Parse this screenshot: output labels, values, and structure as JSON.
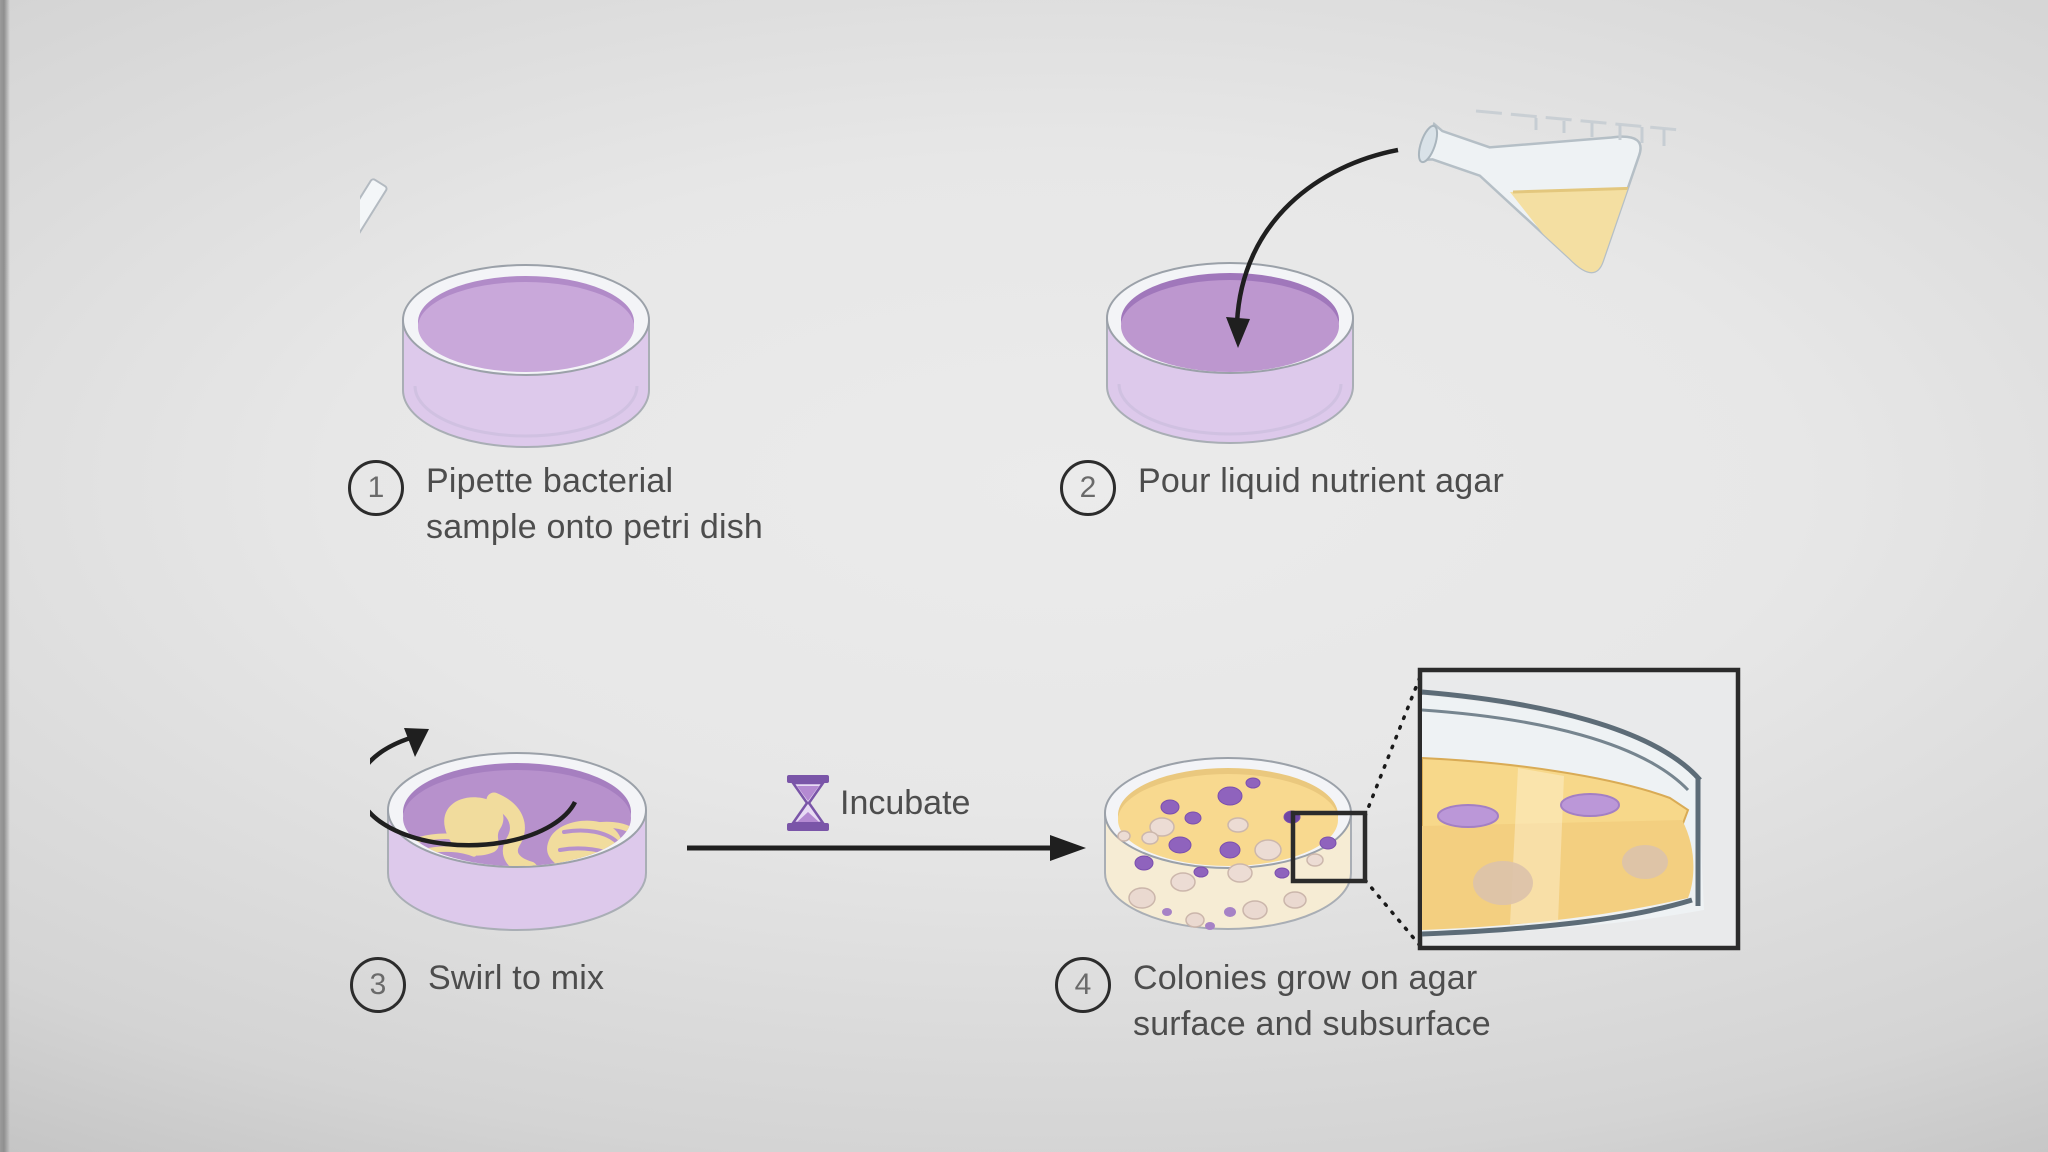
{
  "diagram": {
    "steps": [
      {
        "number": "1",
        "label_lines": [
          "Pipette bacterial",
          "sample onto petri dish"
        ]
      },
      {
        "number": "2",
        "label_lines": [
          "Pour liquid nutrient agar"
        ]
      },
      {
        "number": "3",
        "label_lines": [
          "Swirl to mix"
        ]
      },
      {
        "number": "4",
        "label_lines": [
          "Colonies grow on agar",
          "surface and subsurface"
        ]
      }
    ],
    "incubate_label": "Incubate"
  },
  "colors": {
    "agar_purple_light": "#c9a8da",
    "agar_purple": "#bd97cf",
    "agar_swirl_purple": "#b791cc",
    "agar_yellow": "#f8d98f",
    "swirl_yellow": "#f1dc9d",
    "colony_purple": "#8f63bd",
    "colony_cream": "#ecdcd4",
    "flask_liquid": "#f4dfa2",
    "hourglass_purple": "#7a55a8",
    "arrow_black": "#1f1f1f",
    "text_gray": "#4d4d4d"
  }
}
